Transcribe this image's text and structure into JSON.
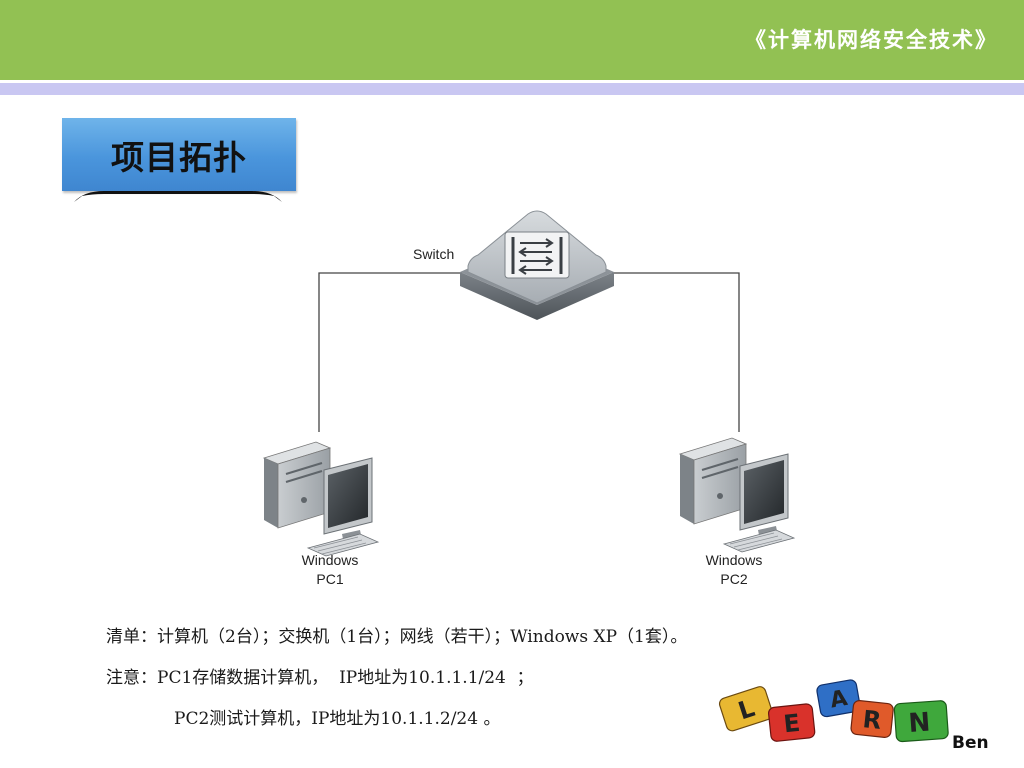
{
  "header": {
    "title": "《计算机网络安全技术》",
    "bar_color": "#92c153",
    "band_color": "#c9c7f2"
  },
  "section": {
    "heading": "项目拓扑",
    "tab_color": "#4a95dc"
  },
  "diagram": {
    "switch": {
      "label": "Switch",
      "icon": "switch-icon"
    },
    "pc1": {
      "label_line1": "Windows",
      "label_line2": "PC1",
      "icon": "desktop-computer-icon"
    },
    "pc2": {
      "label_line1": "Windows",
      "label_line2": "PC2",
      "icon": "desktop-computer-icon"
    }
  },
  "notes": {
    "line1": "清单：计算机（2台）；交换机（1台）；网线（若干）；Windows XP（1套）。",
    "line2": "注意：PC1存储数据计算机，  IP地址为10.1.1.1/24  ；",
    "line3": "PC2测试计算机，IP地址为10.1.1.2/24 。"
  },
  "logo": {
    "letters": [
      "L",
      "E",
      "A",
      "R",
      "N"
    ],
    "colors": [
      "#e8b832",
      "#d9322b",
      "#2f6fc6",
      "#e05a2a",
      "#3fa83c"
    ],
    "text": "Ben"
  }
}
